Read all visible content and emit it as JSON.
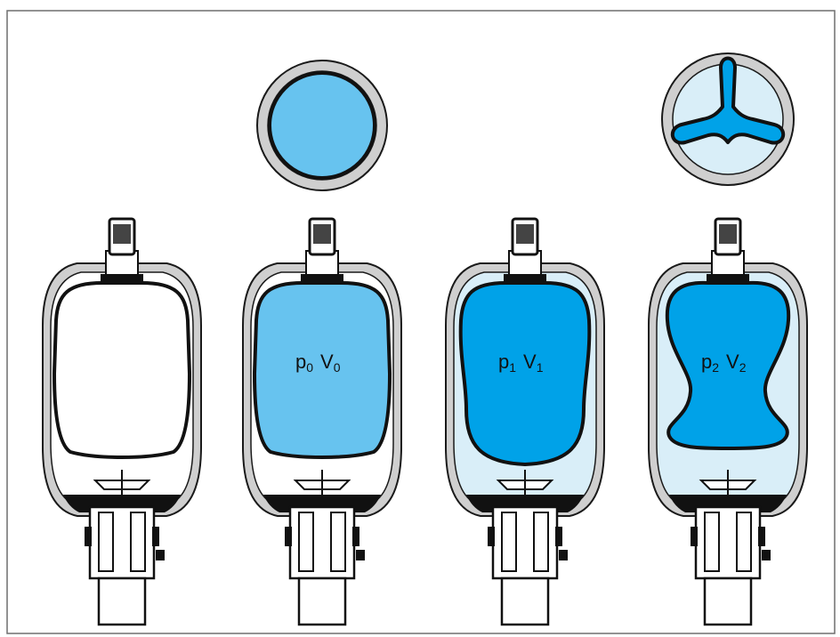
{
  "colors": {
    "frame": "#6f6f6f",
    "shell_fill": "#cfcfcf",
    "shell_stroke": "#1a1a1a",
    "gas_light": "#67c3ef",
    "gas_strong": "#00a2e8",
    "fluid": "#d9eef8",
    "white": "#ffffff",
    "dark": "#111111"
  },
  "accumulators": [
    {
      "state": "empty",
      "bladder_shape": "full",
      "bladder_fill": "white",
      "fluid_fill": "white",
      "pressure": "",
      "pressure_sub": "",
      "volume": "",
      "volume_sub": ""
    },
    {
      "state": "precharged",
      "bladder_shape": "full",
      "bladder_fill": "gas_light",
      "fluid_fill": "white",
      "pressure": "p",
      "pressure_sub": "0",
      "volume": "V",
      "volume_sub": "0"
    },
    {
      "state": "min-operating",
      "bladder_shape": "medium",
      "bladder_fill": "gas_strong",
      "fluid_fill": "fluid",
      "pressure": "p",
      "pressure_sub": "1",
      "volume": "V",
      "volume_sub": "1"
    },
    {
      "state": "max-operating",
      "bladder_shape": "pinched",
      "bladder_fill": "gas_strong",
      "fluid_fill": "fluid",
      "pressure": "p",
      "pressure_sub": "2",
      "volume": "V",
      "volume_sub": "2"
    }
  ],
  "cross_sections": [
    {
      "above": "precharged",
      "shape": "circle",
      "fill": "gas_light"
    },
    {
      "above": "max-operating",
      "shape": "trefoil",
      "fill": "gas_strong"
    }
  ]
}
